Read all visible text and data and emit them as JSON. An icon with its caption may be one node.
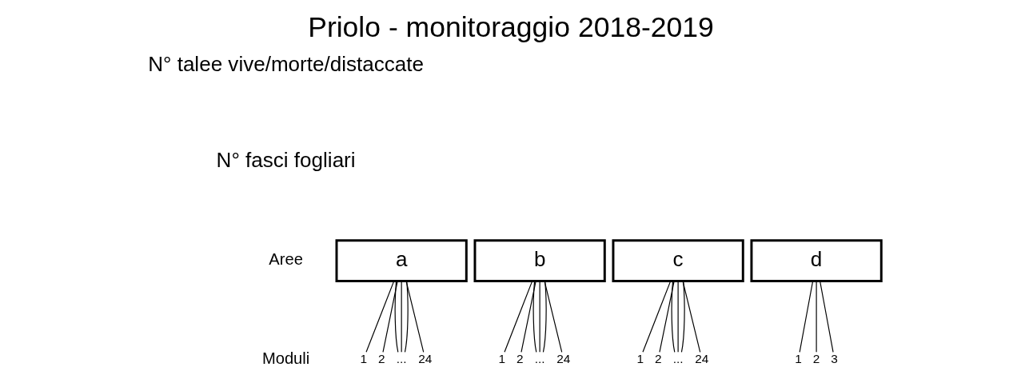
{
  "diagram": {
    "title": "Priolo - monitoraggio 2018-2019",
    "nodes": [
      {
        "text": [
          "a"
        ]
      },
      {
        "text": [
          "b"
        ]
      },
      {
        "text": [
          "c"
        ]
      },
      {
        "text": [
          "d"
        ]
      },
      {
        "text": [
          "1"
        ]
      },
      {
        "text": [
          "2"
        ]
      },
      {
        "text": [
          "..."
        ]
      },
      {
        "text": [
          "24"
        ]
      },
      {
        "text": [
          "1"
        ]
      },
      {
        "text": [
          "2"
        ]
      },
      {
        "text": [
          "..."
        ]
      },
      {
        "text": [
          "24"
        ]
      },
      {
        "text": [
          "1"
        ]
      },
      {
        "text": [
          "2"
        ]
      },
      {
        "text": [
          "..."
        ]
      },
      {
        "text": [
          "24"
        ]
      },
      {
        "text": [
          "1"
        ]
      },
      {
        "text": [
          "2"
        ]
      },
      {
        "text": [
          "3"
        ]
      }
    ],
    "edges": [
      {
        "from": 0,
        "to": 4,
        "arrow": "none"
      },
      {
        "from": 0,
        "to": 5,
        "arrow": "none"
      },
      {
        "from": 0,
        "to": 6,
        "arrow": "none"
      },
      {
        "from": 0,
        "to": 6,
        "arrow": "none"
      },
      {
        "from": 0,
        "to": 6,
        "arrow": "none"
      },
      {
        "from": 0,
        "to": 7,
        "arrow": "none"
      },
      {
        "from": 1,
        "to": 8,
        "arrow": "none"
      },
      {
        "from": 1,
        "to": 9,
        "arrow": "none"
      },
      {
        "from": 1,
        "to": 10,
        "arrow": "none"
      },
      {
        "from": 1,
        "to": 10,
        "arrow": "none"
      },
      {
        "from": 1,
        "to": 10,
        "arrow": "none"
      },
      {
        "from": 1,
        "to": 11,
        "arrow": "none"
      },
      {
        "from": 2,
        "to": 12,
        "arrow": "none"
      },
      {
        "from": 2,
        "to": 13,
        "arrow": "none"
      },
      {
        "from": 2,
        "to": 14,
        "arrow": "none"
      },
      {
        "from": 2,
        "to": 14,
        "arrow": "none"
      },
      {
        "from": 2,
        "to": 14,
        "arrow": "none"
      },
      {
        "from": 2,
        "to": 15,
        "arrow": "none"
      },
      {
        "from": 3,
        "to": 16,
        "arrow": "none"
      },
      {
        "from": 3,
        "to": 17,
        "arrow": "none"
      },
      {
        "from": 3,
        "to": 18,
        "arrow": "none"
      }
    ],
    "labels": [
      "N° talee vive/morte/distaccate",
      "N° fasci fogliari",
      "Aree",
      "Moduli"
    ]
  }
}
